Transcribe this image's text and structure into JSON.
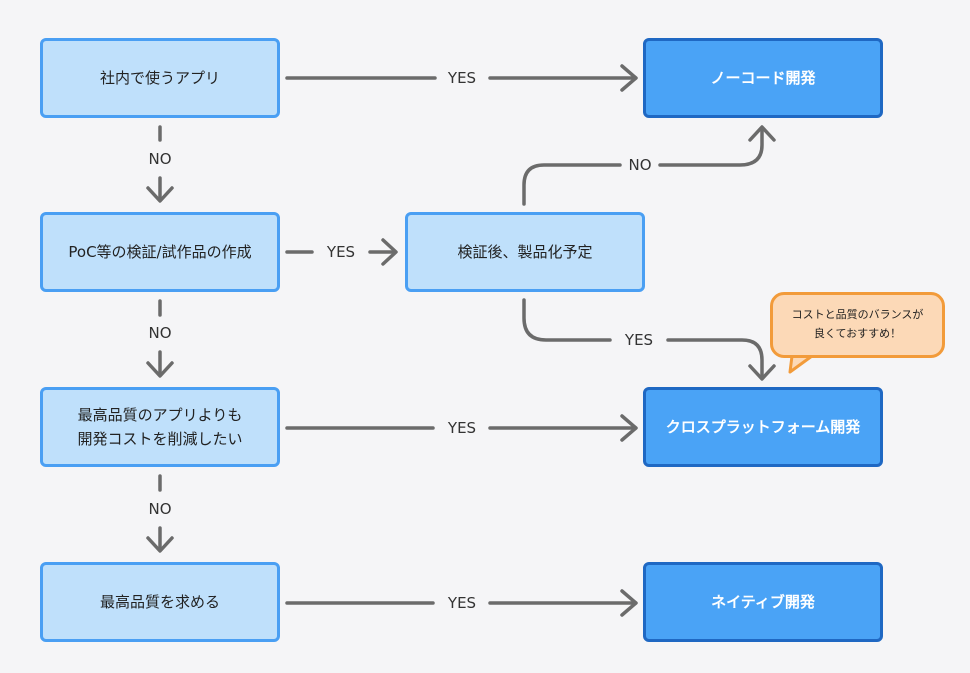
{
  "nodes": {
    "q1": "社内で使うアプリ",
    "q2": "PoC等の検証/試作品の作成",
    "q3_line1": "最高品質のアプリよりも",
    "q3_line2": "開発コストを削減したい",
    "q4": "最高品質を求める",
    "verify": "検証後、製品化予定",
    "nocode": "ノーコード開発",
    "crossplatform": "クロスプラットフォーム開発",
    "native": "ネイティブ開発"
  },
  "edge_labels": {
    "q1_yes": "YES",
    "q1_no": "NO",
    "q2_yes": "YES",
    "q2_no": "NO",
    "verify_no": "NO",
    "verify_yes": "YES",
    "q3_yes": "YES",
    "q3_no": "NO",
    "q4_yes": "YES"
  },
  "note": {
    "line1": "コストと品質のバランスが",
    "line2": "良くておすすめ！"
  }
}
